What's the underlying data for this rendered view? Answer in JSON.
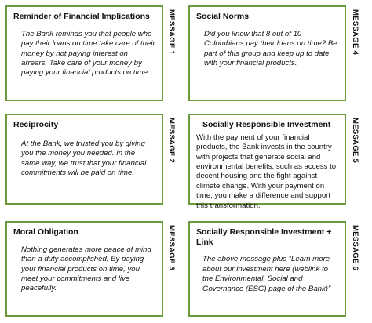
{
  "messages": [
    {
      "label": "MESSAGE 1",
      "title": "Reminder of Financial Implications",
      "body": "The Bank reminds you that people who pay their loans on time take care of their money by not paying interest on arrears. Take care of your money by paying your financial products on time."
    },
    {
      "label": "MESSAGE 2",
      "title": "Reciprocity",
      "body": "At the Bank, we trusted you by giving you the money you needed. In the same way, we trust that your financial commitments will be paid on time."
    },
    {
      "label": "MESSAGE 3",
      "title": "Moral Obligation",
      "body": "Nothing generates more peace of mind than a duty accomplished. By paying your financial products on time, you meet your commitments and live peacefully."
    },
    {
      "label": "MESSAGE 4",
      "title": "Social Norms",
      "body": "Did you know that 8 out of 10 Colombians pay their loans on time? Be part of this group and keep up to date with your financial products."
    },
    {
      "label": "MESSAGE 5",
      "title": "Socially Responsible Investment",
      "body": "With the payment of your financial products, the Bank invests in the country with projects that generate social and environmental benefits, such as access to decent housing and the fight against climate change. With your payment on time, you make a difference and support this transformation."
    },
    {
      "label": "MESSAGE 6",
      "title": "Socially Responsible Investment + Link",
      "body": "The above message plus “Learn more about our investment here (weblink to the Environmental, Social and Governance (ESG) page of the Bank)”"
    }
  ],
  "colors": {
    "card_border": "#6a9a3a",
    "text": "#111111"
  }
}
